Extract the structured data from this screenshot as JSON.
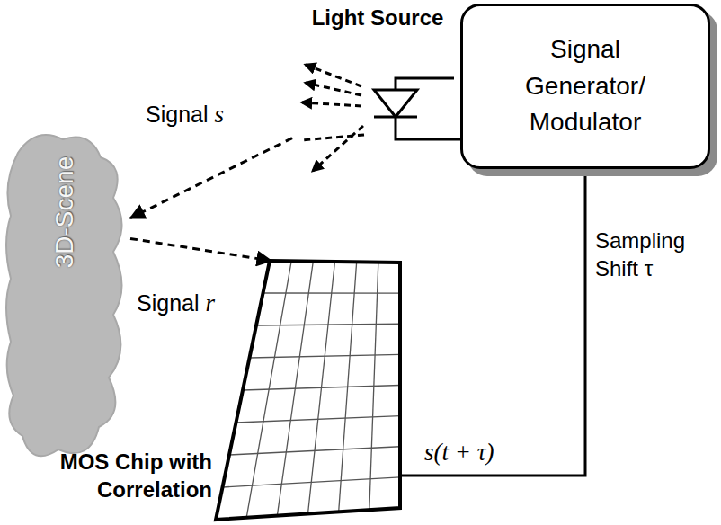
{
  "diagram": {
    "nodes": [
      {
        "text": [
          "Light Source"
        ]
      },
      {
        "text": [
          "Signal Generator/ Modulator"
        ]
      },
      {
        "text": [
          "3D-Scene"
        ]
      },
      {
        "text": [
          "MOS Chip with Correlation"
        ]
      }
    ],
    "edges": [
      {
        "from": 0,
        "to": 2,
        "arrow": "to",
        "label": "Signal s"
      },
      {
        "from": 2,
        "to": 3,
        "arrow": "to",
        "label": "Signal r"
      },
      {
        "from": 1,
        "to": 3,
        "arrow": "none",
        "label": "s(t + τ)"
      },
      {
        "from": 1,
        "to": 0,
        "arrow": "none"
      }
    ],
    "labels": [
      "Sampling Shift τ"
    ]
  }
}
